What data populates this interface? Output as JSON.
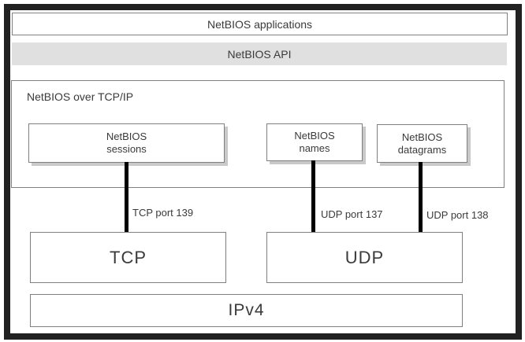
{
  "diagram": {
    "type": "protocol-stack",
    "boxes": {
      "applications": {
        "label": "NetBIOS applications"
      },
      "api": {
        "label": "NetBIOS API"
      },
      "container": {
        "label": "NetBIOS over TCP/IP"
      },
      "sessions": {
        "line1": "NetBIOS",
        "line2": "sessions"
      },
      "names": {
        "line1": "NetBIOS",
        "line2": "names"
      },
      "datagrams": {
        "line1": "NetBIOS",
        "line2": "datagrams"
      },
      "tcp": {
        "label": "TCP"
      },
      "udp": {
        "label": "UDP"
      },
      "ipv4": {
        "label": "IPv4"
      }
    },
    "connections": [
      {
        "from": "sessions",
        "to": "tcp",
        "label": "TCP port 139"
      },
      {
        "from": "names",
        "to": "udp",
        "label": "UDP port 137"
      },
      {
        "from": "datagrams",
        "to": "udp",
        "label": "UDP port 138"
      }
    ],
    "colors": {
      "frame": "#212121",
      "box_border": "#7f7f7f",
      "api_bar_fill": "#e0e0e0",
      "connector": "#000000",
      "shadow": "#c9c9c9",
      "text": "#3a3a3a"
    }
  }
}
